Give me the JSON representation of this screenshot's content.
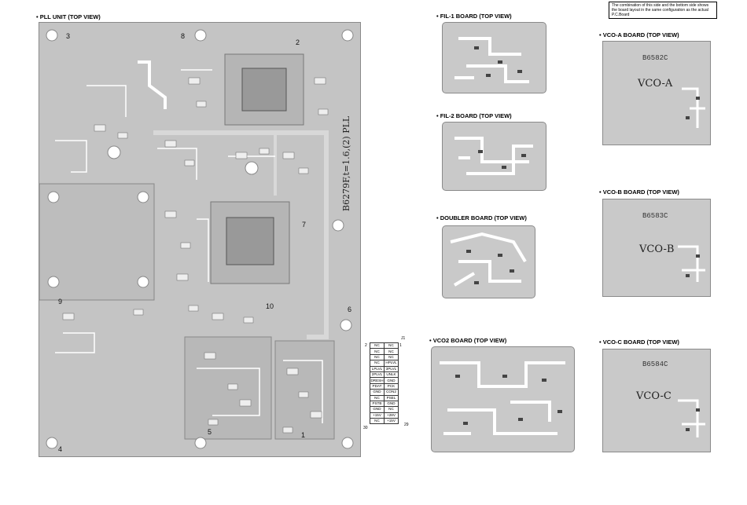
{
  "note": {
    "text": "The combination of this side and the bottom side shows the board layout in the same configuration as the actual P.C.Board"
  },
  "pll": {
    "title": "• PLL UNIT (TOP VIEW)",
    "vertical_label": "B6279F,t=1.6,(2) PLL",
    "markers": [
      "3",
      "8",
      "2",
      "7",
      "9",
      "10",
      "6",
      "5",
      "1",
      "4"
    ]
  },
  "fil1": {
    "title": "• FIL-1 BOARD (TOP VIEW)"
  },
  "fil2": {
    "title": "• FIL-2 BOARD (TOP VIEW)"
  },
  "doubler": {
    "title": "• DOUBLER BOARD (TOP VIEW)"
  },
  "vco2": {
    "title": "• VCO2 BOARD (TOP VIEW)"
  },
  "vcoa": {
    "title": "• VCO-A BOARD (TOP VIEW)",
    "pcb": "B6582C",
    "label": "VCO-A"
  },
  "vcob": {
    "title": "• VCO-B BOARD (TOP VIEW)",
    "pcb": "B6583C",
    "label": "VCO-B"
  },
  "vcoc": {
    "title": "• VCO-C BOARD (TOP VIEW)",
    "pcb": "B6584C",
    "label": "VCO-C"
  },
  "j1": {
    "name": "J1",
    "pin_top_left": "2",
    "pin_top_right": "1",
    "pin_bottom_left": "30",
    "pin_bottom_right": "29",
    "rows": [
      [
        "NC",
        "NC"
      ],
      [
        "NC",
        "NC"
      ],
      [
        "NC",
        "NC"
      ],
      [
        "NC",
        "HPLVL"
      ],
      [
        "LPLVL",
        "3PLVL"
      ],
      [
        "2PLVL",
        "UNLK"
      ],
      [
        "DRESH",
        "GND"
      ],
      [
        "PDAT",
        "PCK"
      ],
      [
        "GND",
        "CON2"
      ],
      [
        "NC",
        "PSEL"
      ],
      [
        "PSTB",
        "GND"
      ],
      [
        "GND",
        "NC"
      ],
      [
        "+15V",
        "+28V"
      ],
      [
        "NC",
        "+15V"
      ]
    ]
  }
}
